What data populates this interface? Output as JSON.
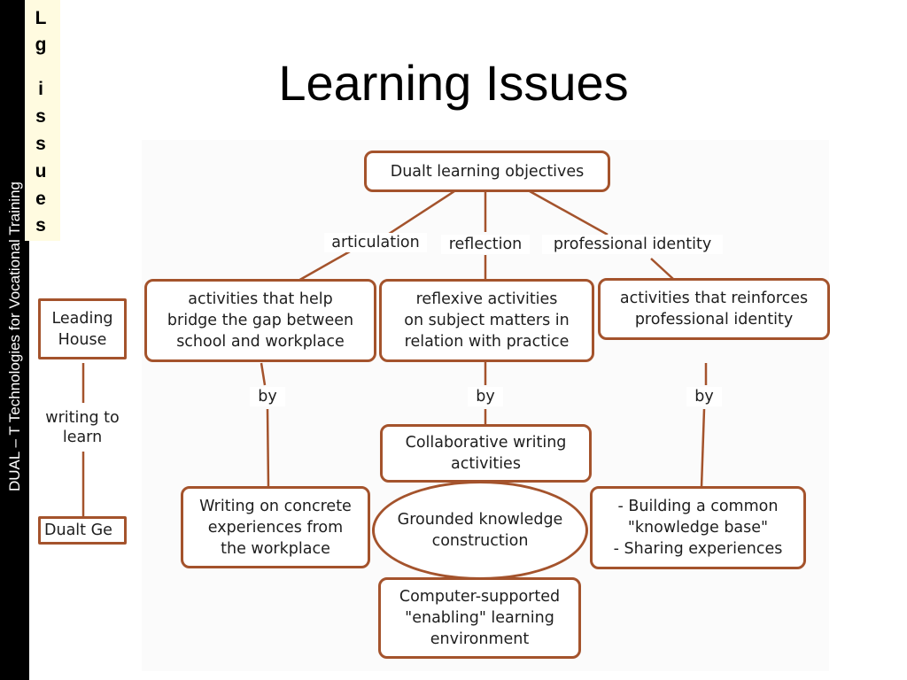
{
  "sidebar": {
    "text": "DUAL – T    Technologies for Vocational Training"
  },
  "vertical_tab": {
    "letters": [
      "L",
      "g",
      "i",
      "s",
      "s",
      "u",
      "e",
      "s"
    ]
  },
  "title": "Learning Issues",
  "diagram": {
    "objectives": "Dualt learning objectives",
    "relations": {
      "articulation": "articulation",
      "reflection": "reflection",
      "professional_identity": "professional identity",
      "by_left": "by",
      "by_middle": "by",
      "by_right": "by",
      "writing_to_learn": "writing to\nlearn"
    },
    "activities": {
      "bridge": "activities that help\nbridge the gap between\nschool and workplace",
      "reflexive": "reflexive activities\non subject matters in\nrelation with practice",
      "reinforce": "activities that reinforces\nprofessional identity"
    },
    "methods": {
      "writing_concrete": "Writing on concrete\nexperiences from\nthe workplace",
      "collaborative": "Collaborative writing\nactivities",
      "grounded": "Grounded knowledge\nconstruction",
      "computer_supported": "Computer-supported\n\"enabling\" learning\nenvironment",
      "knowledge_base": "- Building a common\n\"knowledge base\"\n- Sharing experiences"
    },
    "side": {
      "leading_house": "Leading\nHouse",
      "dualt_ge": "Dualt Ge"
    }
  },
  "colors": {
    "border": "#a4532c",
    "sidebar": "#000000",
    "tab": "#fffbe0"
  }
}
